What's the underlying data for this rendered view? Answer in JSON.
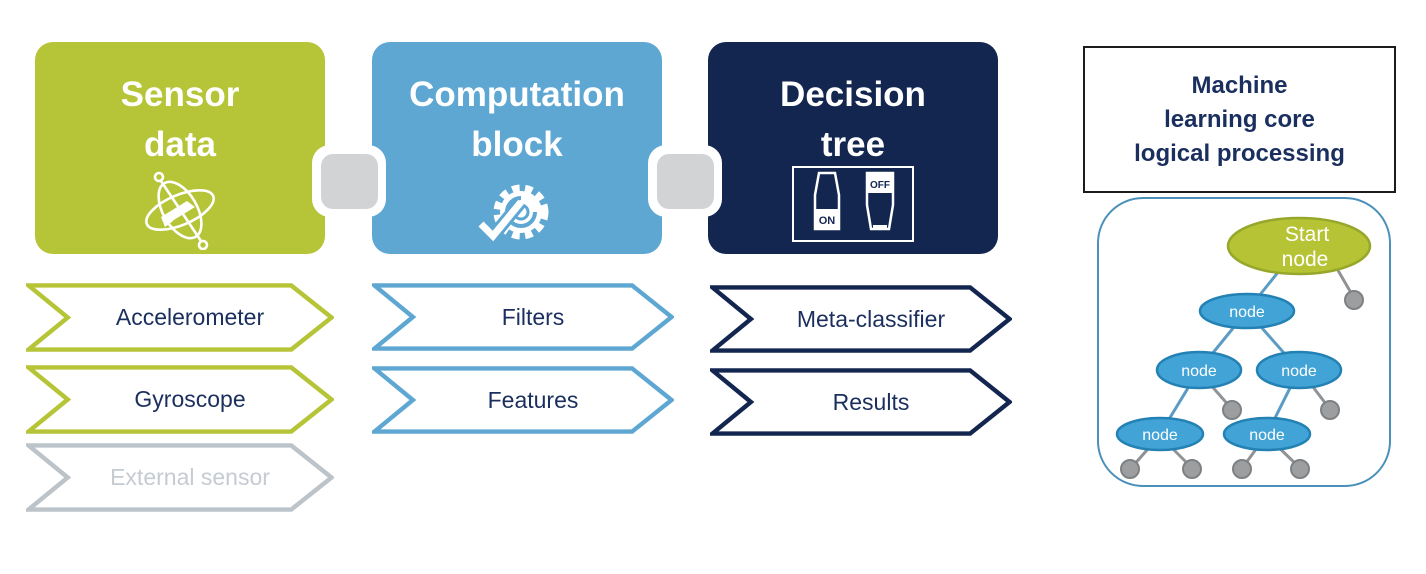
{
  "colors": {
    "sensor_green": "#b6c437",
    "computation_blue": "#5ea7d3",
    "decision_navy": "#132650",
    "text_navy": "#1b2f5e",
    "connector_gray": "#d2d3d5",
    "muted_gray": "#bcc3c9",
    "tree_border_blue": "#4a90b9",
    "node_blue": "#41a3d6",
    "start_node_green": "#b5c334",
    "leaf_gray": "#9c9ea0"
  },
  "pipeline": {
    "sensor_block": {
      "line1": "Sensor",
      "line2": "data",
      "icon": "gyroscope-icon"
    },
    "computation_block": {
      "line1": "Computation",
      "line2": "block",
      "icon": "gear-check-icon"
    },
    "decision_block": {
      "line1": "Decision",
      "line2": "tree",
      "icon": "toggle-switches-icon",
      "switch_on": "ON",
      "switch_off": "OFF"
    }
  },
  "chevrons": {
    "sensor": [
      {
        "label": "Accelerometer",
        "muted": false
      },
      {
        "label": "Gyroscope",
        "muted": false
      },
      {
        "label": "External sensor",
        "muted": true
      }
    ],
    "computation": [
      {
        "label": "Filters"
      },
      {
        "label": "Features"
      }
    ],
    "decision": [
      {
        "label": "Meta-classifier"
      },
      {
        "label": "Results"
      }
    ]
  },
  "ml_core": {
    "title_line1": "Machine",
    "title_line2": "learning core",
    "title_line3": "logical processing",
    "tree": {
      "start_line1": "Start",
      "start_line2": "node",
      "node_label": "node"
    }
  }
}
